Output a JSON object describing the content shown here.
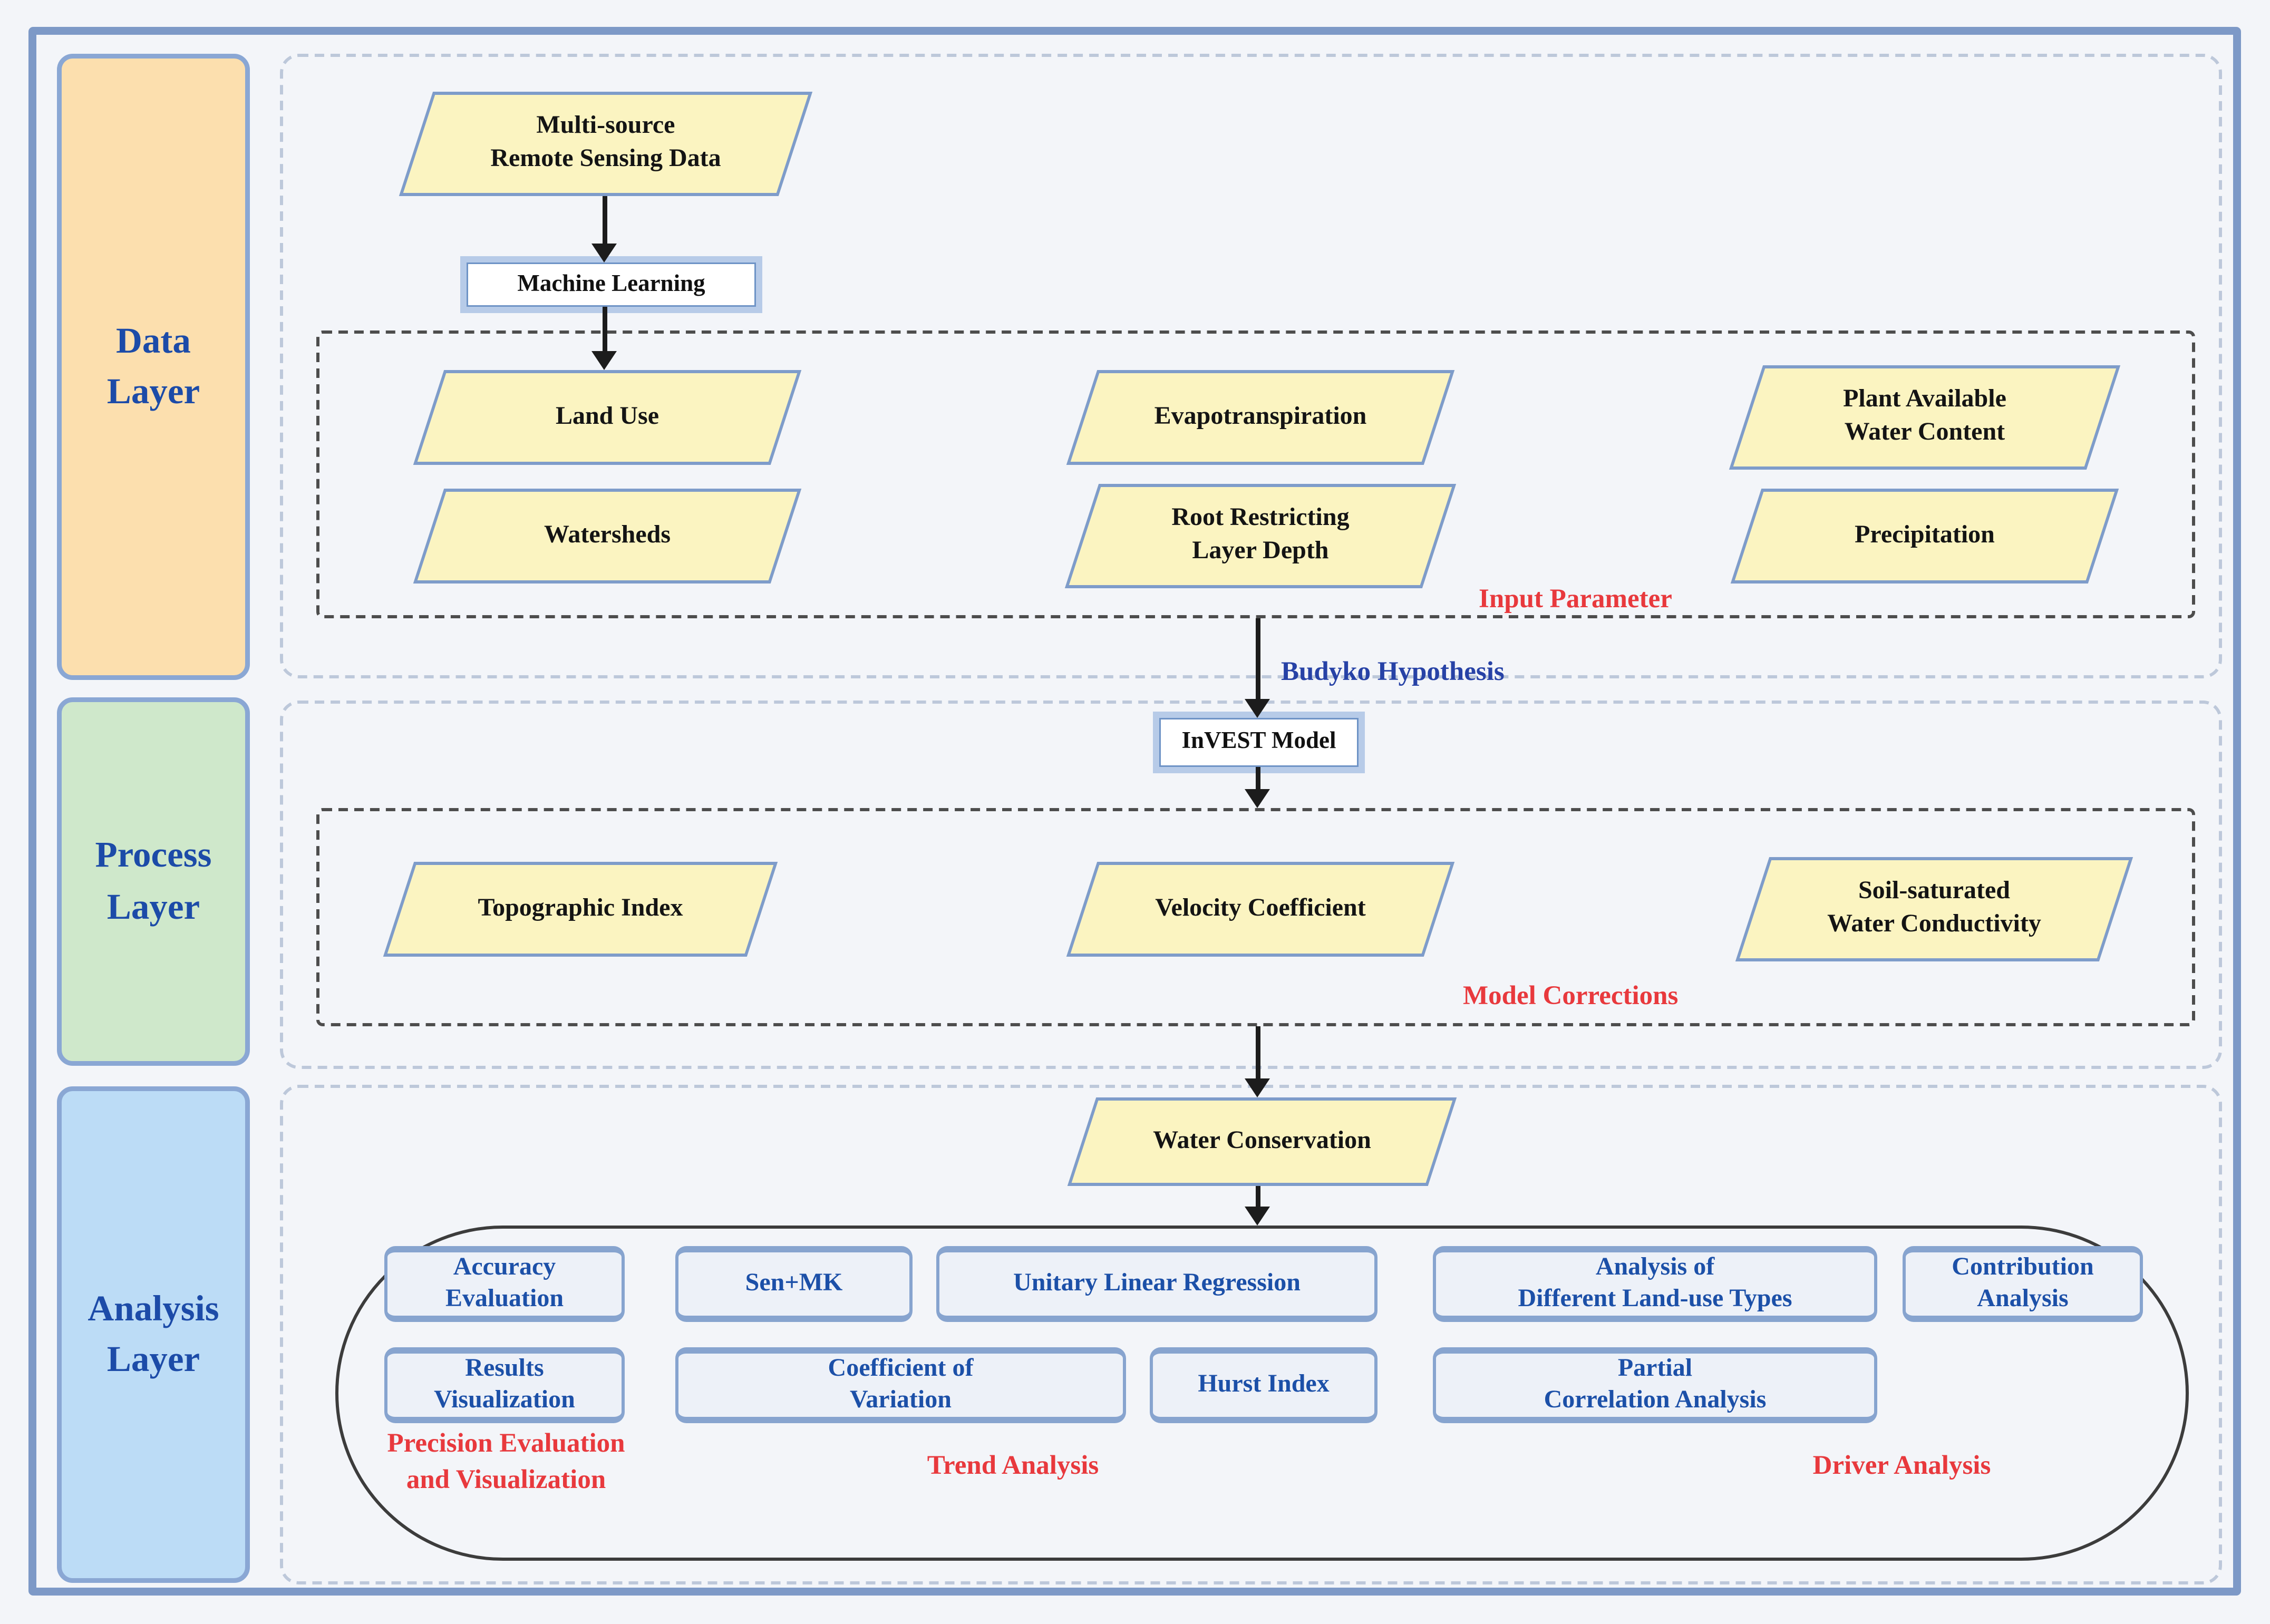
{
  "layers": {
    "data": {
      "label_line1": "Data",
      "label_line2": "Layer"
    },
    "process": {
      "label_line1": "Process",
      "label_line2": "Layer"
    },
    "analysis": {
      "label_line1": "Analysis",
      "label_line2": "Layer"
    }
  },
  "data_layer": {
    "multi_source": {
      "line1": "Multi-source",
      "line2": "Remote Sensing Data"
    },
    "machine_learning": "Machine Learning",
    "land_use": "Land Use",
    "watersheds": "Watersheds",
    "evapotranspiration": "Evapotranspiration",
    "root_restricting": {
      "line1": "Root Restricting",
      "line2": "Layer Depth"
    },
    "plant_available": {
      "line1": "Plant Available",
      "line2": "Water Content"
    },
    "precipitation": "Precipitation",
    "input_parameter_label": "Input Parameter",
    "budyko_label": "Budyko Hypothesis"
  },
  "process_layer": {
    "invest_model": "InVEST Model",
    "topographic_index": "Topographic Index",
    "velocity_coefficient": "Velocity Coefficient",
    "soil_saturated": {
      "line1": "Soil-saturated",
      "line2": "Water Conductivity"
    },
    "model_corrections_label": "Model Corrections"
  },
  "analysis_layer": {
    "water_conservation": "Water Conservation",
    "accuracy_evaluation": {
      "line1": "Accuracy",
      "line2": "Evaluation"
    },
    "sen_mk": "Sen+MK",
    "unitary_linear_regression": "Unitary Linear Regression",
    "analysis_landuse_types": {
      "line1": "Analysis of",
      "line2": "Different Land-use Types"
    },
    "contribution_analysis": {
      "line1": "Contribution",
      "line2": "Analysis"
    },
    "results_visualization": {
      "line1": "Results",
      "line2": "Visualization"
    },
    "coefficient_of_variation": {
      "line1": "Coefficient of",
      "line2": "Variation"
    },
    "hurst_index": "Hurst Index",
    "partial_correlation": {
      "line1": "Partial",
      "line2": "Correlation Analysis"
    },
    "precision_label": {
      "line1": "Precision Evaluation",
      "line2": "and Visualization"
    },
    "trend_label": "Trend Analysis",
    "driver_label": "Driver Analysis"
  },
  "colors": {
    "outer_border": "#7d99c7",
    "data_layer_fill": "#fcdfae",
    "process_layer_fill": "#cfe8cb",
    "analysis_layer_fill": "#bcdcf6",
    "layer_label_text": "#1c4ba8",
    "parallelogram_fill": "#fbf4c1",
    "parallelogram_border": "#7e9cca",
    "analysis_box_fill": "#edf1f8",
    "analysis_box_border": "#87a4cf",
    "analysis_box_text": "#1c50a8",
    "red_annotation": "#e8393d",
    "budyko_blue": "#2742a6",
    "arrow_black": "#1c1c1c"
  }
}
